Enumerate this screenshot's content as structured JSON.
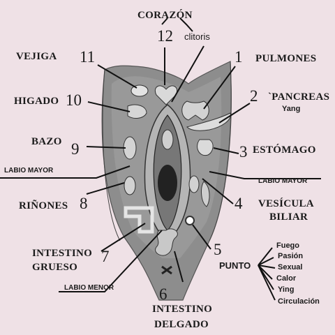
{
  "labels": {
    "corazon": "CORAZÓN",
    "clitoris": "clitoris",
    "vejiga": "VEJIGA",
    "pulmones": "PULMONES",
    "higado": "HIGADO",
    "pancreas": "`PANCREAS",
    "yang": "Yang",
    "bazo": "BAZO",
    "estomago": "ESTÓMAGO",
    "labio_mayor_left": "LABIO MAYOR",
    "labio_mayor_right": "LABIO MAYOR",
    "rinones": "RIÑONES",
    "vesicula_1": "VESÍCULA",
    "vesicula_2": "BILIAR",
    "intestino_grueso_1": "INTESTINO",
    "intestino_grueso_2": "GRUESO",
    "labio_menor": "LABIO MENOR",
    "intestino_delgado_1": "INTESTINO",
    "intestino_delgado_2": "DELGADO",
    "punto": "PUNTO"
  },
  "numbers": {
    "n1": "1",
    "n2": "2",
    "n3": "3",
    "n4": "4",
    "n5": "5",
    "n6": "6",
    "n7": "7",
    "n8": "8",
    "n9": "9",
    "n10": "10",
    "n11": "11",
    "n12": "12"
  },
  "punto_items": [
    "Fuego",
    "Pasión",
    "Sexual",
    "Calor",
    "Ying",
    "Circulación"
  ],
  "colors": {
    "background": "#efe1e6",
    "illustration": "#8d8d8d",
    "organ": "#d9d9d9",
    "ink": "#111111"
  }
}
